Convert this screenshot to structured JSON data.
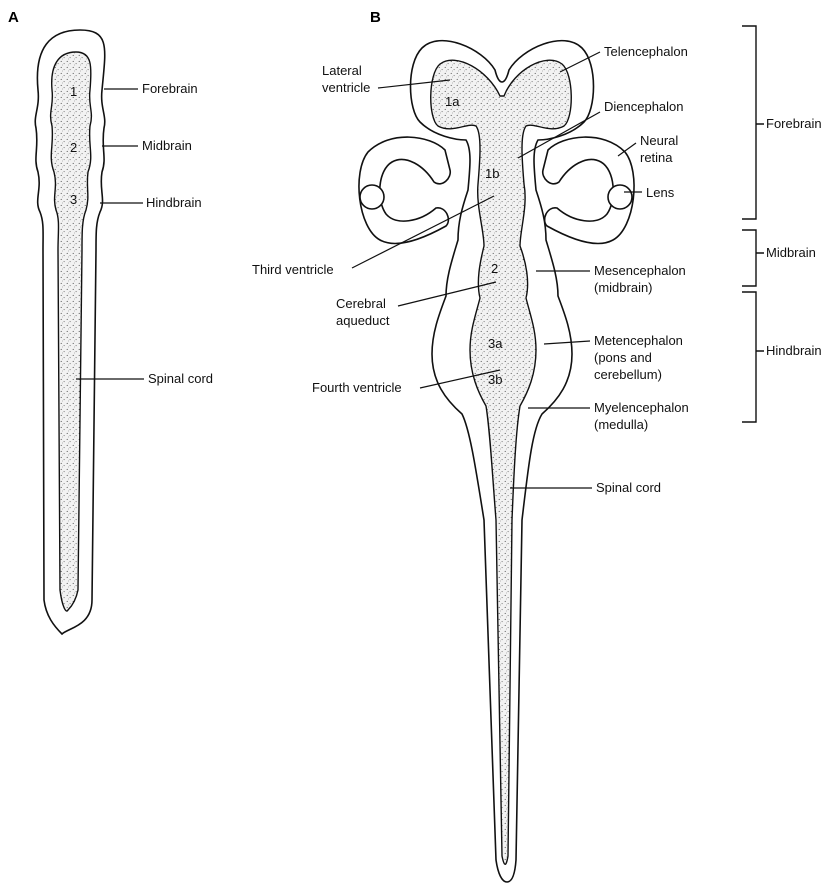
{
  "panels": {
    "a": "A",
    "b": "B"
  },
  "panel_a": {
    "numbers": [
      "1",
      "2",
      "3"
    ],
    "labels": {
      "forebrain": "Forebrain",
      "midbrain": "Midbrain",
      "hindbrain": "Hindbrain",
      "spinal_cord": "Spinal cord"
    }
  },
  "panel_b": {
    "numbers": {
      "n1a": "1a",
      "n1b": "1b",
      "n2": "2",
      "n3a": "3a",
      "n3b": "3b"
    },
    "labels": {
      "lateral_ventricle_1": "Lateral",
      "lateral_ventricle_2": "ventricle",
      "telencephalon": "Telencephalon",
      "diencephalon": "Diencephalon",
      "neural_retina_1": "Neural",
      "neural_retina_2": "retina",
      "lens": "Lens",
      "third_ventricle": "Third ventricle",
      "mesencephalon_1": "Mesencephalon",
      "mesencephalon_2": "(midbrain)",
      "cerebral_aqueduct_1": "Cerebral",
      "cerebral_aqueduct_2": "aqueduct",
      "metencephalon_1": "Metencephalon",
      "metencephalon_2": "(pons and",
      "metencephalon_3": "cerebellum)",
      "fourth_ventricle": "Fourth ventricle",
      "myelencephalon_1": "Myelencephalon",
      "myelencephalon_2": "(medulla)",
      "spinal_cord": "Spinal cord"
    },
    "braces": {
      "forebrain": "Forebrain",
      "midbrain": "Midbrain",
      "hindbrain": "Hindbrain"
    }
  }
}
